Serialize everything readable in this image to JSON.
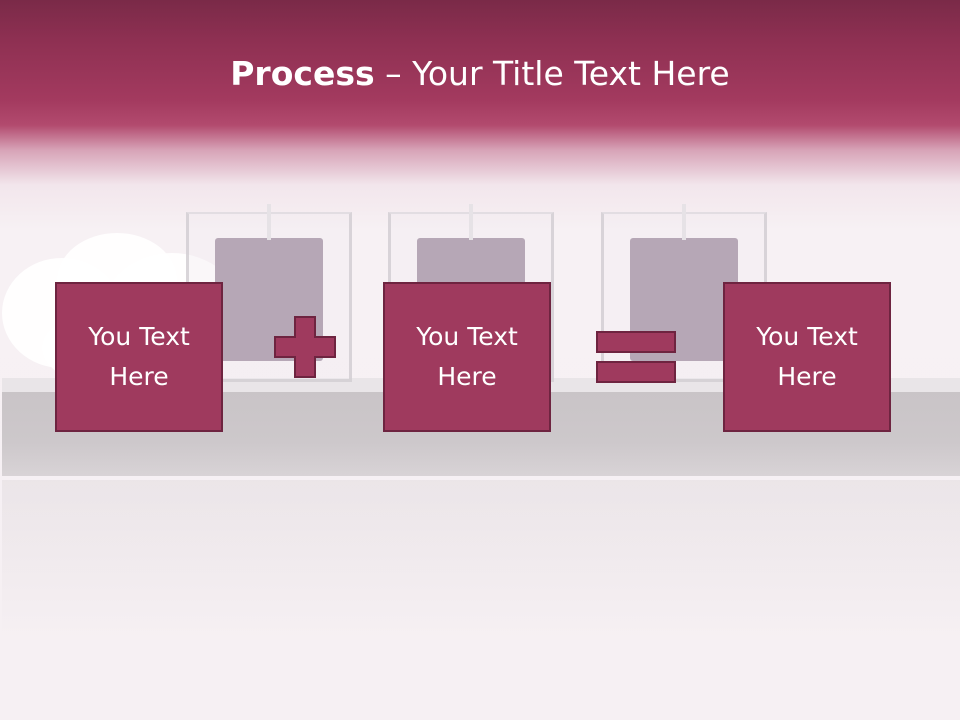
{
  "title": {
    "bold": "Process",
    "rest": " – Your Title Text Here"
  },
  "boxes": [
    {
      "label": "You Text Here"
    },
    {
      "label": "You Text Here"
    },
    {
      "label": "You Text Here"
    }
  ],
  "operators": {
    "first": "plus-icon",
    "second": "equals-icon"
  },
  "colors": {
    "accent": "#9f3a5e",
    "border": "#6e2440",
    "header": "#a33a5f"
  }
}
